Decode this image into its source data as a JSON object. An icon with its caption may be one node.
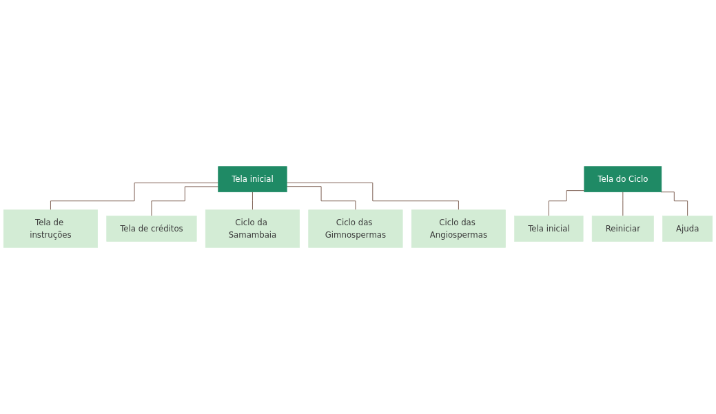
{
  "diagram": {
    "nodes": [
      {
        "text": [
          "Tela inicial"
        ]
      },
      {
        "text": [
          "Tela de instruções"
        ]
      },
      {
        "text": [
          "Tela de créditos"
        ]
      },
      {
        "text": [
          "Ciclo da Samambaia"
        ]
      },
      {
        "text": [
          "Ciclo das Gimnospermas"
        ]
      },
      {
        "text": [
          "Ciclo das Angiospermas"
        ]
      },
      {
        "text": [
          "Tela do Ciclo"
        ]
      },
      {
        "text": [
          "Tela inicial"
        ]
      },
      {
        "text": [
          "Reiniciar"
        ]
      },
      {
        "text": [
          "Ajuda"
        ]
      }
    ],
    "edges": [
      {
        "from": 0,
        "to": 1,
        "arrow": "none"
      },
      {
        "from": 0,
        "to": 2,
        "arrow": "none"
      },
      {
        "from": 0,
        "to": 3,
        "arrow": "none"
      },
      {
        "from": 0,
        "to": 4,
        "arrow": "none"
      },
      {
        "from": 0,
        "to": 5,
        "arrow": "none"
      },
      {
        "from": 6,
        "to": 7,
        "arrow": "none"
      },
      {
        "from": 6,
        "to": 8,
        "arrow": "none"
      },
      {
        "from": 6,
        "to": 9,
        "arrow": "none"
      }
    ]
  }
}
